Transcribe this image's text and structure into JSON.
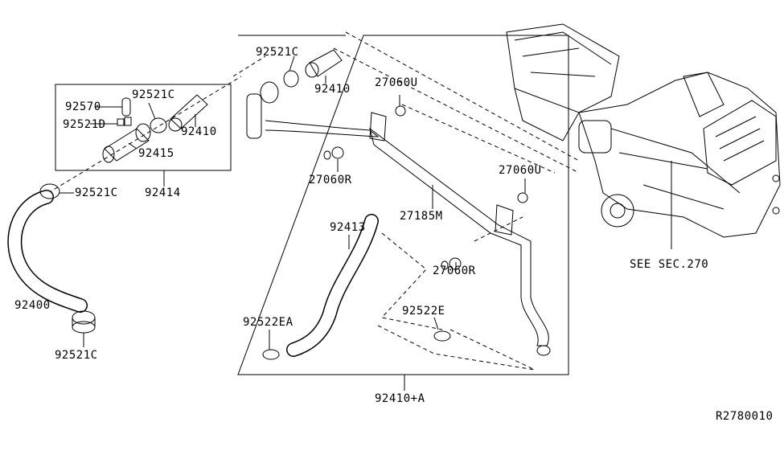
{
  "diagram_code": "R2780010",
  "note": "SEE SEC.270",
  "group_labels": {
    "left_group": "92414",
    "center_group": "92410+A"
  },
  "callouts": {
    "left_clamp_top": "92521C",
    "left_hose": "92400",
    "left_clamp_bottom": "92521C",
    "kit_cap": "92570",
    "kit_clamp": "92521C",
    "kit_clip": "92521D",
    "kit_hose": "92410",
    "kit_valve": "92415",
    "center_clamp_top": "92521C",
    "center_hose_top": "92410",
    "grommet_u_top": "27060U",
    "grommet_r_top": "27060R",
    "pipe": "27185M",
    "grommet_u_right": "27060U",
    "hose_lower": "92413",
    "grommet_r_lower": "27060R",
    "clamp_e": "92522E",
    "clamp_ea": "92522EA"
  }
}
